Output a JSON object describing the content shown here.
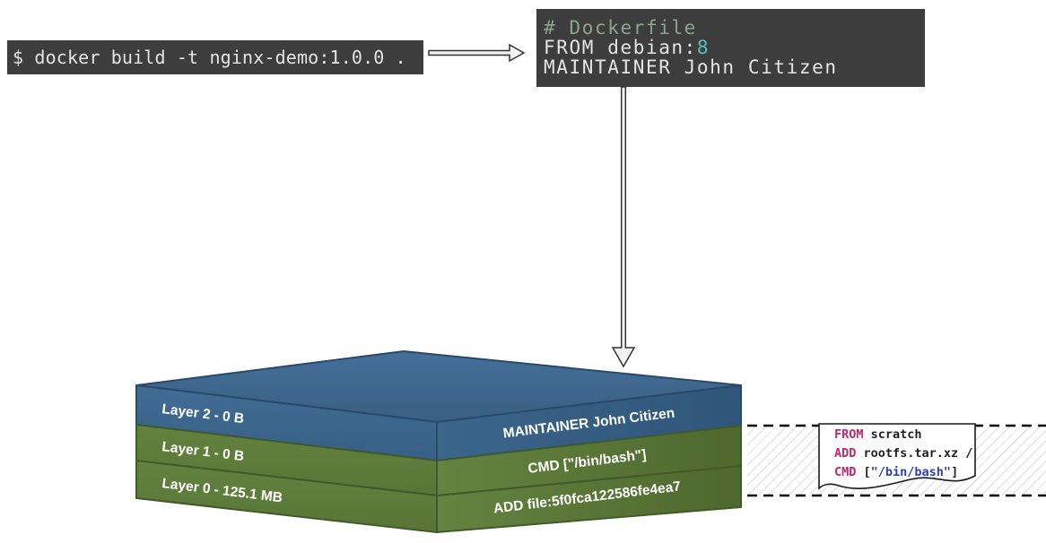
{
  "terminal": {
    "command": "$ docker build -t nginx-demo:1.0.0 ."
  },
  "dockerfile": {
    "comment": "# Dockerfile",
    "from_text": "FROM debian:",
    "from_tag": "8",
    "maintainer": "MAINTAINER John Citizen"
  },
  "stack": {
    "layers": [
      {
        "side_label": "Layer 2 - 0 B",
        "front_label": "MAINTAINER John Citizen",
        "color": "#3a648a"
      },
      {
        "side_label": "Layer 1 - 0 B",
        "front_label": "CMD [\"/bin/bash\"]",
        "color": "#5f7e3a"
      },
      {
        "side_label": "Layer 0 - 125.1 MB",
        "front_label": "ADD file:5f0fca122586fe4ea7",
        "color": "#5f7e3a"
      }
    ]
  },
  "base_image_doc": {
    "lines": [
      {
        "keyword": "FROM",
        "rest": " scratch"
      },
      {
        "keyword": "ADD",
        "rest": " rootfs.tar.xz /"
      },
      {
        "keyword": "CMD",
        "mid": " [",
        "string": "\"/bin/bash\"",
        "end": "]"
      }
    ]
  },
  "colors": {
    "code_box_bg": "#3d3d3d",
    "comment_green": "#86a889",
    "tag_teal": "#56bfbf",
    "keyword_pink": "#c2256c",
    "string_blue": "#2c3fb4",
    "layer_blue": "#3a648a",
    "layer_green": "#5f7e3a",
    "arrow_fill": "#f2f2f2"
  }
}
